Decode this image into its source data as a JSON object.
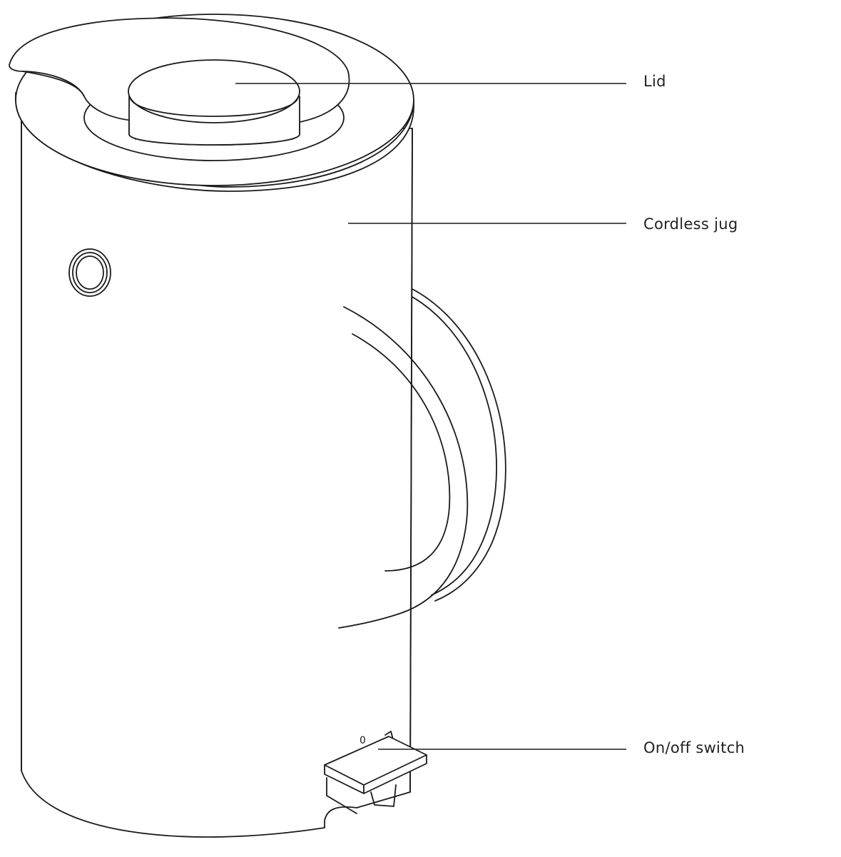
{
  "diagram": {
    "callouts": [
      {
        "id": "lid",
        "label": "Lid"
      },
      {
        "id": "jug",
        "label": "Cordless jug"
      },
      {
        "id": "switch",
        "label": "On/off switch"
      }
    ],
    "switch_marking": "0"
  }
}
